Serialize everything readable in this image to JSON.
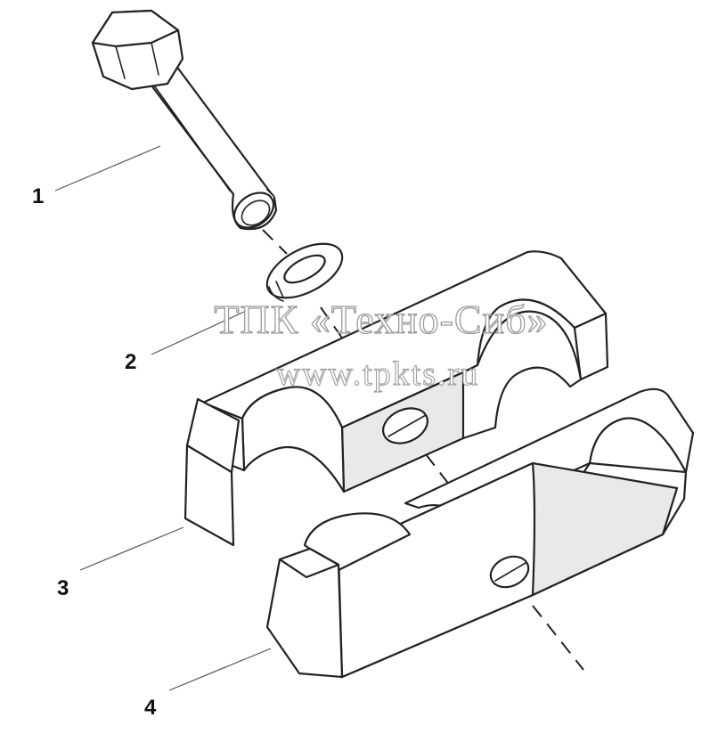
{
  "callouts": [
    {
      "label": "1"
    },
    {
      "label": "2"
    },
    {
      "label": "3"
    },
    {
      "label": "4"
    }
  ],
  "watermark": {
    "line1": "ТПК «Техно-Сиб»",
    "line2": "www.tpkts.ru"
  },
  "colors": {
    "line": "#222222",
    "background": "#ffffff",
    "watermark": "#9a9a9a"
  }
}
